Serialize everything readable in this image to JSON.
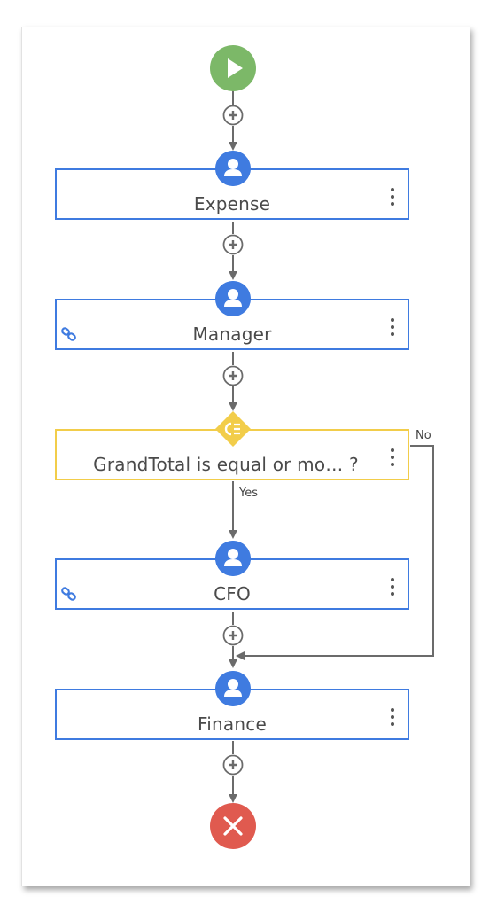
{
  "flow": {
    "start": {
      "icon": "play-icon",
      "color": "#7cb868"
    },
    "end": {
      "icon": "close-icon",
      "color": "#e05a4f"
    },
    "accent": "#3f7be0",
    "decision_color": "#f2cd4a",
    "steps": [
      {
        "label": "Expense",
        "icon": "user-icon",
        "linked": false
      },
      {
        "label": "Manager",
        "icon": "user-icon",
        "linked": true
      },
      {
        "label": "GrandTotal is equal or mo… ?",
        "icon": "condition-icon",
        "type": "decision"
      },
      {
        "label": "CFO",
        "icon": "user-icon",
        "linked": true
      },
      {
        "label": "Finance",
        "icon": "user-icon",
        "linked": false
      }
    ],
    "branches": {
      "yes": "Yes",
      "no": "No"
    }
  }
}
